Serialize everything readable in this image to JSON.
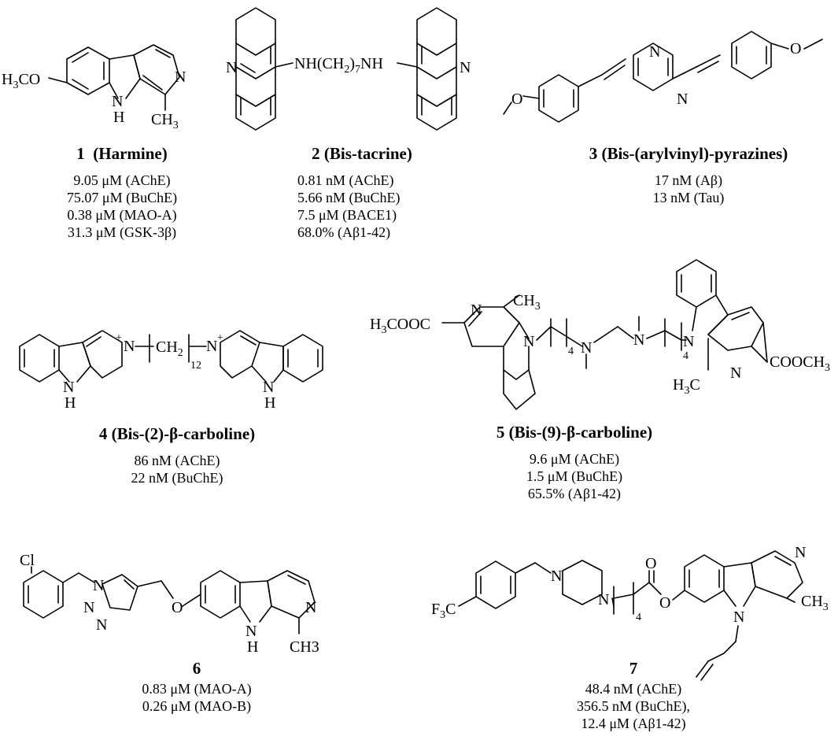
{
  "compounds": [
    {
      "number": "1",
      "name": "(Harmine)",
      "values": [
        "9.05 μM (AChE)",
        "75.07 μM (BuChE)",
        "0.38 μM  (MAO-A)",
        "31.3 μM (GSK-3β)"
      ]
    },
    {
      "number": "2",
      "name": "(Bis-tacrine)",
      "values": [
        "0.81 nM (AChE)",
        "5.66 nM (BuChE)",
        "7.5 μM  (BACE1)",
        "68.0%  (Aβ1-42)"
      ]
    },
    {
      "number": "3",
      "name": "(Bis-(arylvinyl)-pyrazines)",
      "values": [
        "17 nM (Aβ)",
        "13 nM (Tau)"
      ]
    },
    {
      "number": "4",
      "name": "(Bis-(2)-β-carboline)",
      "values": [
        "86 nM (AChE)",
        "22 nM (BuChE)"
      ]
    },
    {
      "number": "5",
      "name": "(Bis-(9)-β-carboline)",
      "values": [
        "9.6 μM (AChE)",
        "1.5 μM (BuChE)",
        "65.5%  (Aβ1-42)"
      ]
    },
    {
      "number": "6",
      "name": "",
      "values": [
        "0.83 μM (MAO-A)",
        "0.26 μM (MAO-B)"
      ]
    },
    {
      "number": "7",
      "name": "",
      "values": [
        "48.4 nM (AChE)",
        "356.5 nM (BuChE),",
        "12.4 μM (Aβ1-42)"
      ]
    }
  ],
  "labels": {
    "methoxy_h3co": "H3CO",
    "nh": "H",
    "n": "N",
    "ch3": "CH3",
    "ch3_plain": "CH3",
    "tacrine_linker": "NH(CH2)7NH",
    "ch2_12": "CH2",
    "ch2_12_count": "12",
    "ester_left": "H3COOC",
    "ester_right": "COOCH3",
    "h3c": "H3C",
    "chain4": "4",
    "cl": "Cl",
    "f3c": "F3C",
    "o": "O"
  }
}
